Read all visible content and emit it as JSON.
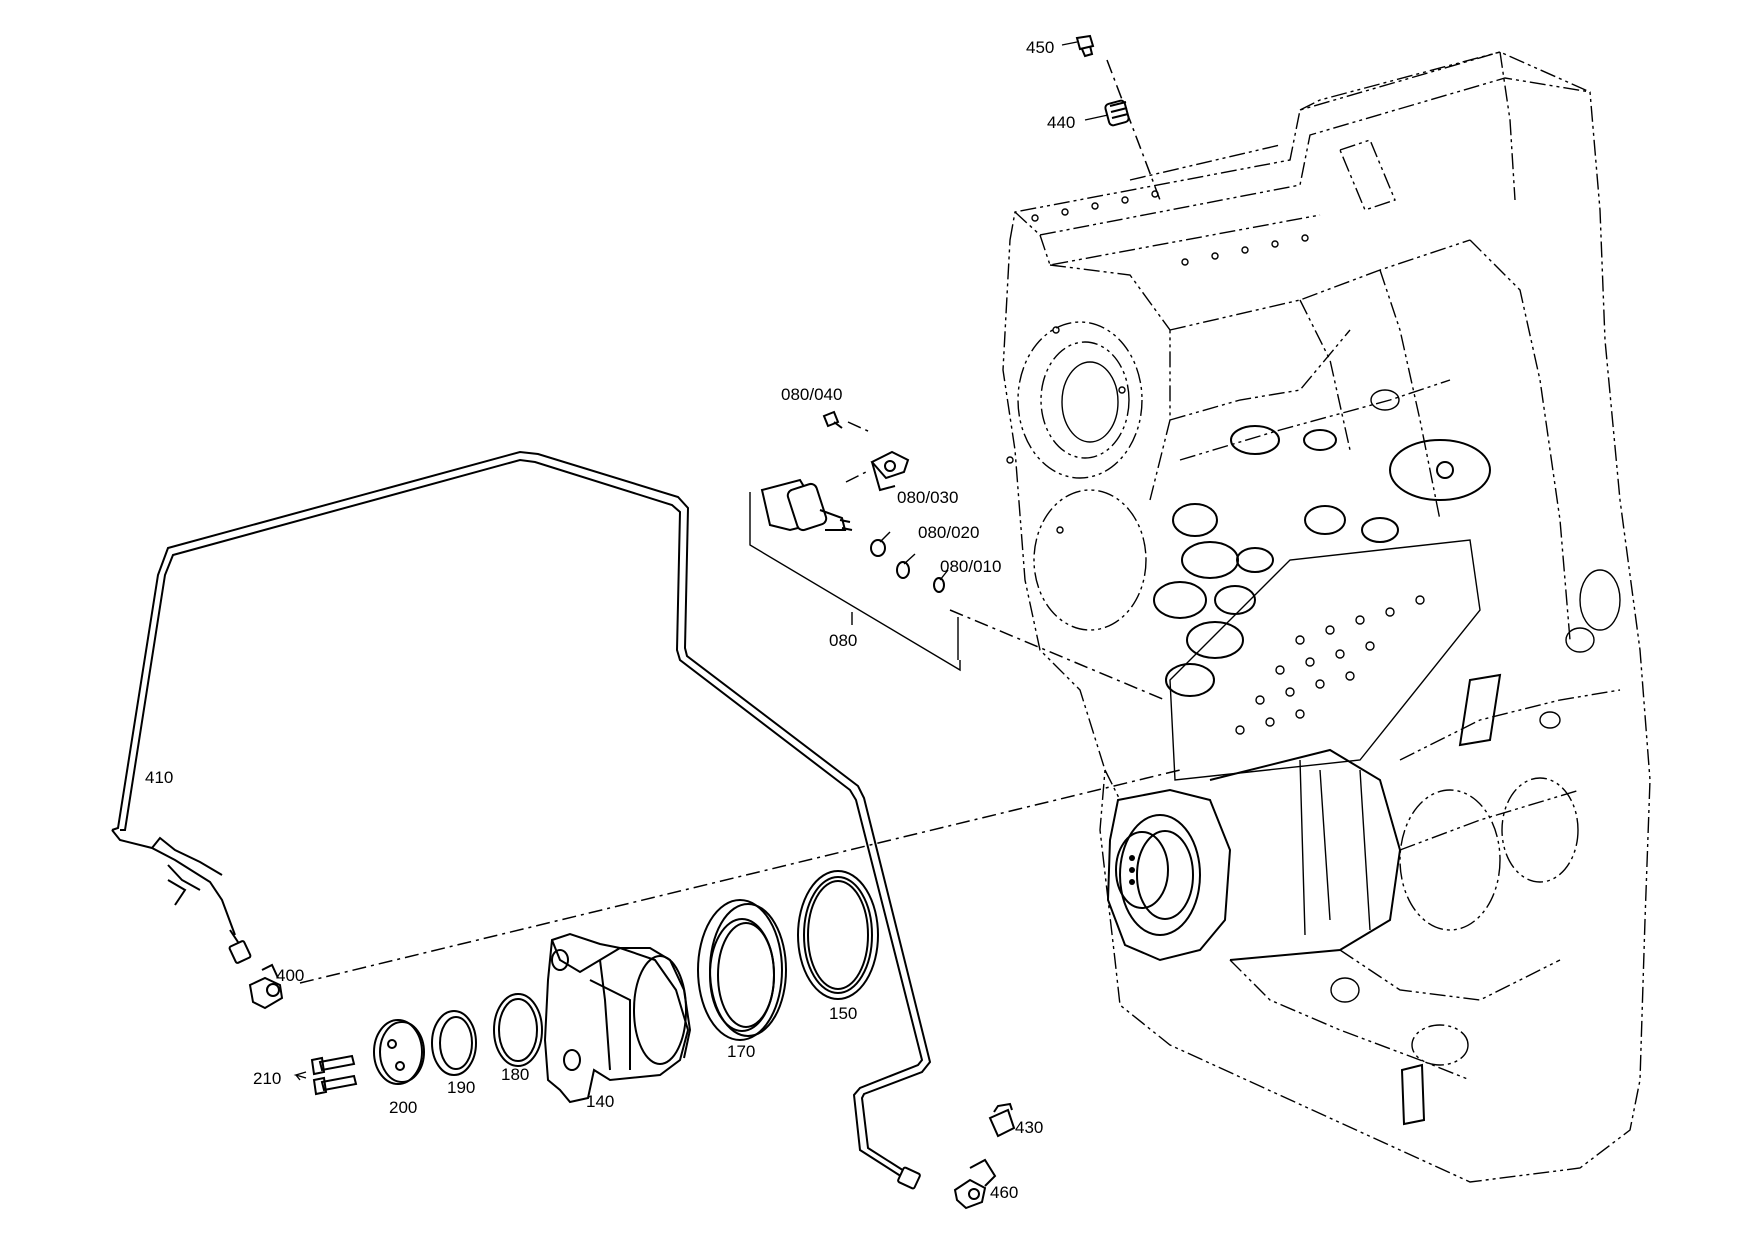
{
  "labels": {
    "p450": "450",
    "p440": "440",
    "p080_040": "080/040",
    "p080_030": "080/030",
    "p080_020": "080/020",
    "p080_010": "080/010",
    "p080": "080",
    "p410": "410",
    "p400": "400",
    "p210": "210",
    "p200": "200",
    "p190": "190",
    "p180": "180",
    "p140": "140",
    "p170": "170",
    "p150": "150",
    "p430": "430",
    "p460": "460"
  }
}
